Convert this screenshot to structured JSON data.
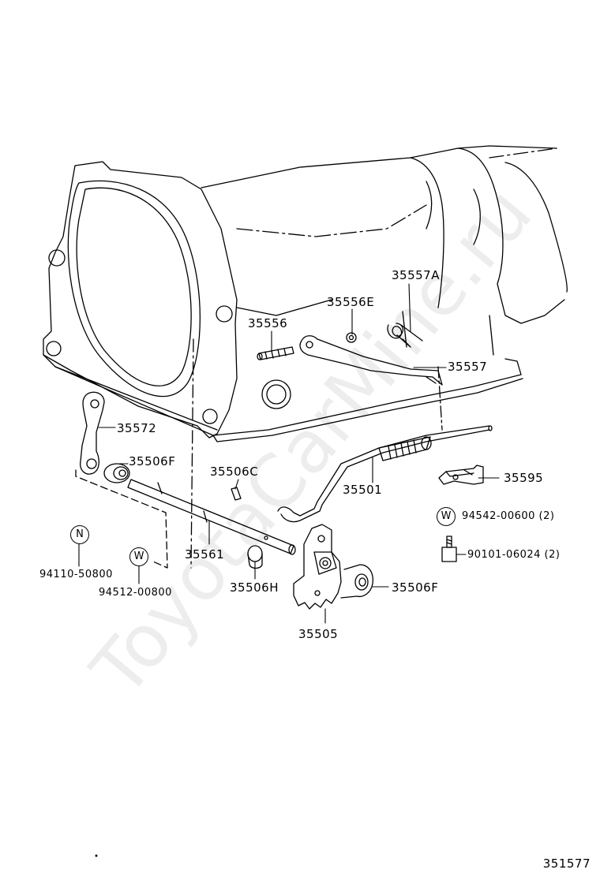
{
  "watermark": "ToyotaCarMine.ru",
  "labels": {
    "p35557A": "35557A",
    "p35556E": "35556E",
    "p35556": "35556",
    "p35557": "35557",
    "p35572": "35572",
    "p35506F_left": "35506F",
    "p35506C": "35506C",
    "p35501": "35501",
    "p35595": "35595",
    "p94542": "94542-00600 (2)",
    "p90101": "90101-06024 (2)",
    "p94110": "94110-50800",
    "p94512": "94512-00800",
    "p35561": "35561",
    "p35506H": "35506H",
    "p35506F_right": "35506F",
    "p35505": "35505"
  },
  "symbols": {
    "n": "N",
    "w_left": "W",
    "w_right": "W"
  },
  "reference": "351577"
}
